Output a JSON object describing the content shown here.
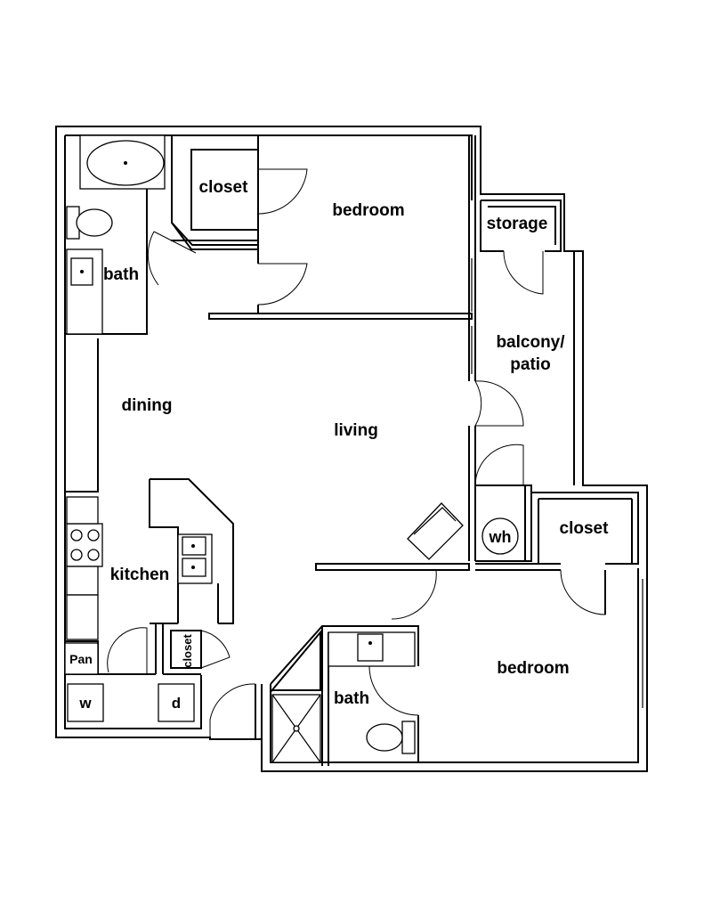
{
  "labels": {
    "closet_top": "closet",
    "bedroom_top": "bedroom",
    "storage": "storage",
    "bath_top": "bath",
    "balcony_line1": "balcony/",
    "balcony_line2": "patio",
    "dining": "dining",
    "living": "living",
    "kitchen": "kitchen",
    "wh": "wh",
    "closet_right": "closet",
    "pan": "Pan",
    "closet_small": "closet",
    "washer": "w",
    "dryer": "d",
    "bath_bottom": "bath",
    "bedroom_bottom": "bedroom"
  }
}
